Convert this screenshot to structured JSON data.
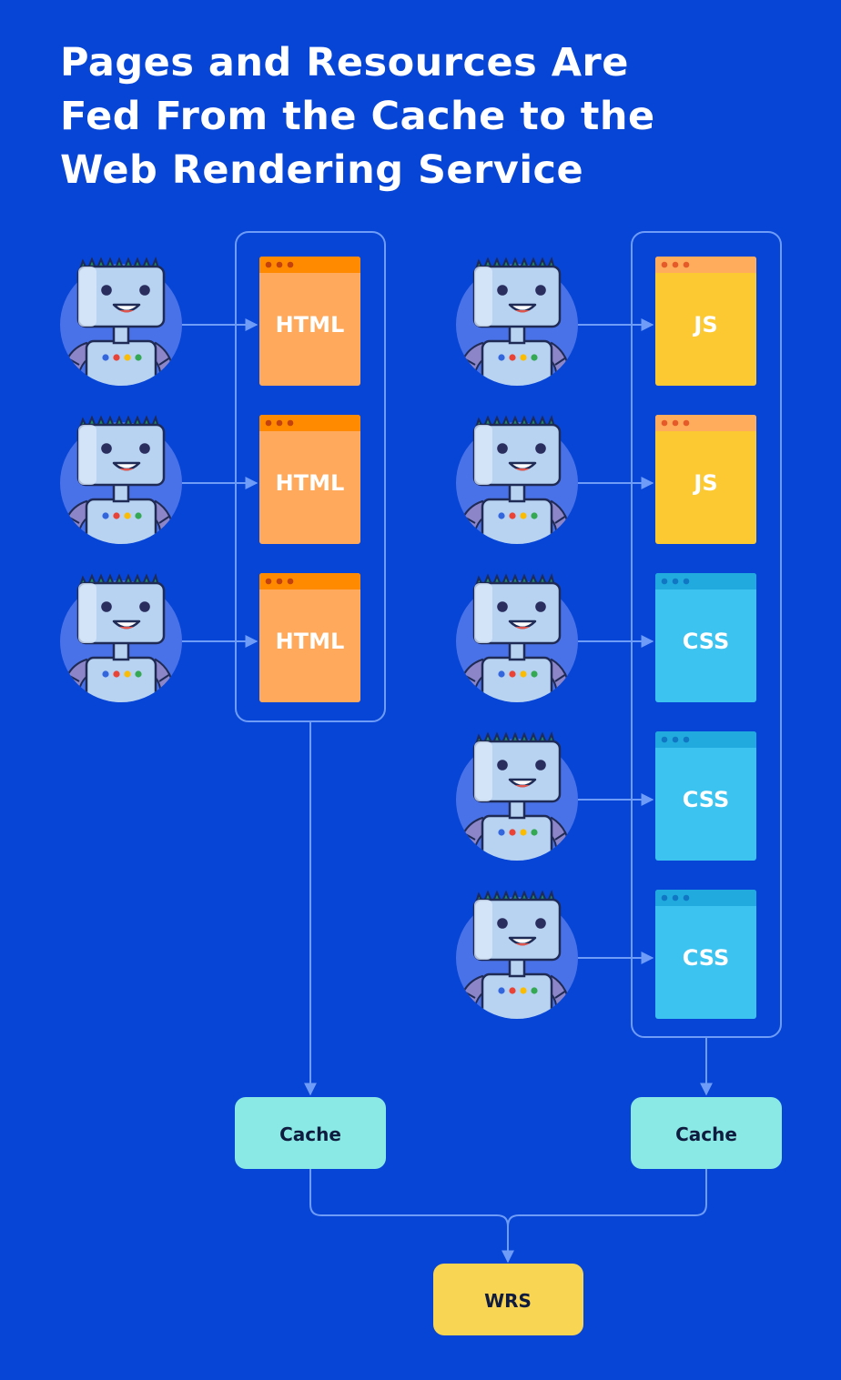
{
  "title": {
    "lines": [
      "Pages and Resources Are",
      "Fed From the Cache to the",
      "Web Rendering Service"
    ]
  },
  "colors": {
    "background": "#0645d6",
    "connector": "#6f9cf7",
    "html_body": "#ffa95c",
    "html_header": "#ff8a00",
    "js_body": "#fdc933",
    "js_header": "#ffac5d",
    "css_body": "#3dc3ef",
    "css_header": "#20aade",
    "cache_box": "#8ae9e4",
    "wrs_box": "#f8d552"
  },
  "left_group": {
    "crawler_icon": "googlebot-robot-icon",
    "documents": [
      {
        "label": "HTML"
      },
      {
        "label": "HTML"
      },
      {
        "label": "HTML"
      }
    ],
    "cache_label": "Cache"
  },
  "right_group": {
    "crawler_icon": "googlebot-robot-icon",
    "documents": [
      {
        "label": "JS",
        "kind": "js"
      },
      {
        "label": "JS",
        "kind": "js"
      },
      {
        "label": "CSS",
        "kind": "css"
      },
      {
        "label": "CSS",
        "kind": "css"
      },
      {
        "label": "CSS",
        "kind": "css"
      }
    ],
    "cache_label": "Cache"
  },
  "wrs_label": "WRS"
}
